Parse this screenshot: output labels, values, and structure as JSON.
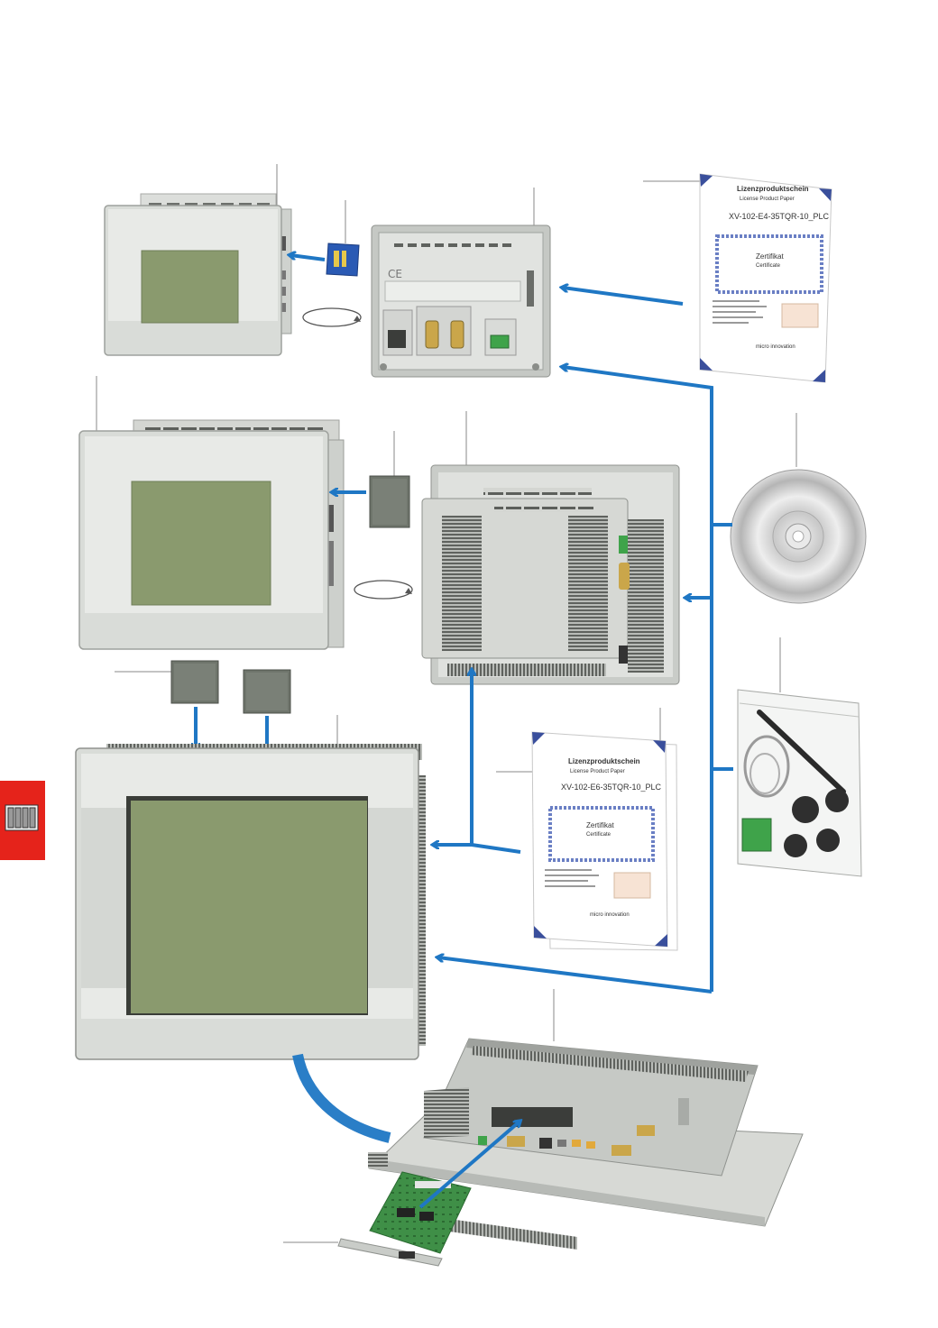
{
  "colors": {
    "arrow": "#1f77c4",
    "screen": "#8a9a6e",
    "bezel": "#d9dcd8",
    "housing": "#c7cac6",
    "side_tab": "#e5231b",
    "leader": "#8a8a8a",
    "cert_border": "#6a7fc4"
  },
  "certificate_top": {
    "heading": "Lizenzproduktschein",
    "subheading": "License Product Paper",
    "product_code": "XV-102-E4-35TQR-10_PLC",
    "seal_title": "Zertifikat",
    "seal_sub": "Certificate",
    "brand": "micro innovation"
  },
  "certificate_mid": {
    "heading": "Lizenzproduktschein",
    "subheading": "License Product Paper",
    "product_code": "XV-102-E6-35TQR-10_PLC",
    "seal_title": "Zertifikat",
    "seal_sub": "Certificate",
    "brand": "micro innovation"
  },
  "panel_back_marking": "CE",
  "icons": [
    "sd-card-icon",
    "cf-card-icon",
    "cd-rom-icon",
    "accessory-bag-icon",
    "stylus-icon",
    "plc-rack-icon",
    "rotate-arrow-icon",
    "expansion-card-icon"
  ]
}
